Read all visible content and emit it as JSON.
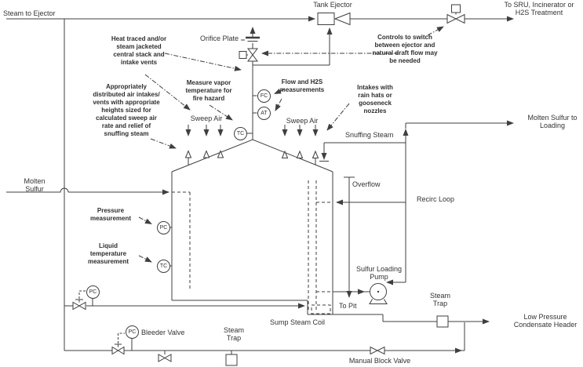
{
  "colors": {
    "line": "#3f3f3f",
    "text": "#333333",
    "background": "#ffffff"
  },
  "labels": {
    "steam_to_ejector": "Steam to Ejector",
    "tank_ejector": "Tank Ejector",
    "to_sru": "To SRU, Incinerator or\nH2S Treatment",
    "orifice_plate": "Orifice Plate",
    "sweep_air_left": "Sweep Air",
    "sweep_air_right": "Sweep Air",
    "snuffing_steam": "Snuffing Steam",
    "molten_sulfur_to_loading": "Molten Sulfur to\nLoading",
    "overflow": "Overflow",
    "recirc_loop": "Recirc Loop",
    "molten_sulfur": "Molten\nSulfur",
    "sulfur_loading_pump": "Sulfur Loading\nPump",
    "to_pit": "To Pit",
    "sump_steam_coil": "Sump Steam Coil",
    "steam_trap_left": "Steam\nTrap",
    "steam_trap_right": "Steam\nTrap",
    "low_pressure_condensate_header": "Low Pressure\nCondensate Header",
    "manual_block_valve": "Manual Block Valve",
    "bleeder_valve": "Bleeder Valve"
  },
  "annotations": {
    "heat_traced": "Heat traced and/or\nsteam jacketed\ncentral stack and\nintake vents",
    "air_intakes": "Appropriately\ndistributed air intakes/\nvents with appropriate\nheights sized for\ncalculated sweep air\nrate and relief of\nsnuffing steam",
    "measure_vapor": "Measure vapor\ntemperature for\nfire hazard",
    "flow_h2s": "Flow and H2S\nmeasurements",
    "intakes_rain_hats": "Intakes with\nrain hats or\ngooseneck\nnozzles",
    "controls_switch": "Controls to switch\nbetween ejector and\nnatural draft flow may\nbe needed",
    "pressure_measurement": "Pressure\nmeasurement",
    "liquid_temperature": "Liquid\ntemperature\nmeasurement"
  },
  "instruments": {
    "fc": "FC",
    "at": "AT",
    "tc_stack": "TC",
    "pc_tank": "PC",
    "tc_tank": "TC",
    "pc_steam_upper": "PC",
    "pc_steam_lower": "PC"
  }
}
